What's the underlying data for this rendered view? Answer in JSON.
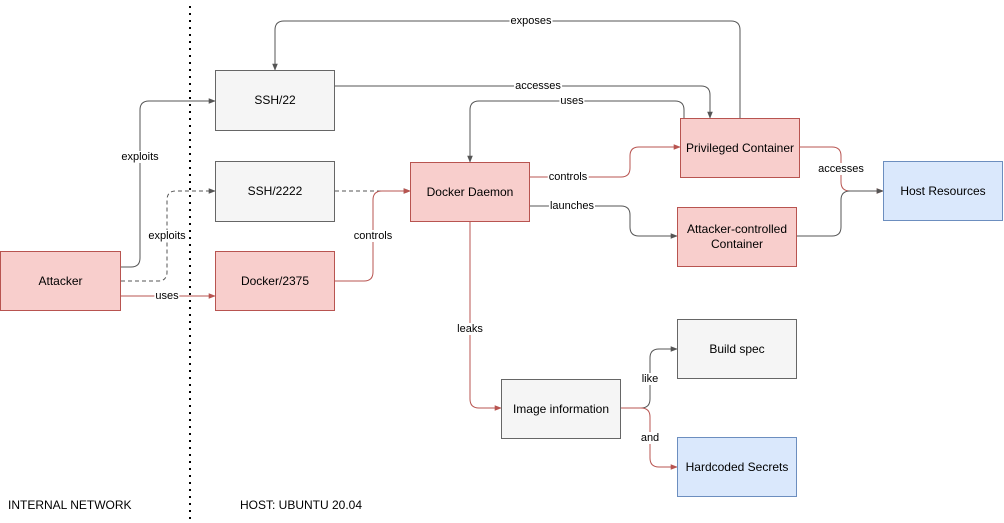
{
  "zones": {
    "left": "INTERNAL NETWORK",
    "right": "HOST: UBUNTU 20.04"
  },
  "nodes": {
    "attacker": "Attacker",
    "ssh22": "SSH/22",
    "ssh2222": "SSH/2222",
    "docker2375": "Docker/2375",
    "docker_daemon": "Docker Daemon",
    "privileged_container": "Privileged Container",
    "attacker_container": "Attacker-controlled Container",
    "host_resources": "Host Resources",
    "image_information": "Image information",
    "build_spec": "Build spec",
    "hardcoded_secrets": "Hardcoded Secrets"
  },
  "edges": {
    "exposes": "exposes",
    "accesses_ssh": "accesses",
    "uses_daemon": "uses",
    "exploits_ssh22": "exploits",
    "exploits_ssh2222": "exploits",
    "uses_docker": "uses",
    "controls_daemon": "controls",
    "controls_privileged": "controls",
    "launches": "launches",
    "accesses_host": "accesses",
    "leaks": "leaks",
    "like": "like",
    "and": "and"
  },
  "colors": {
    "edge_gray": "#555555",
    "edge_red": "#b85450",
    "fill_gray": "#f5f5f5",
    "fill_red": "#f8cecc",
    "fill_blue": "#dae8fc"
  }
}
